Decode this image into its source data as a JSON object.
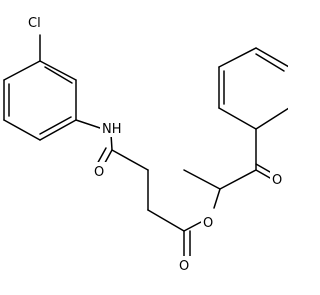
{
  "molecule": {
    "atoms": {
      "chlorine": "Cl",
      "amide_nh": "NH",
      "amide_oxygen": "O",
      "ester_ring_oxygen": "O",
      "ester_carbonyl_oxygen": "O",
      "ketone_oxygen": "O"
    }
  }
}
